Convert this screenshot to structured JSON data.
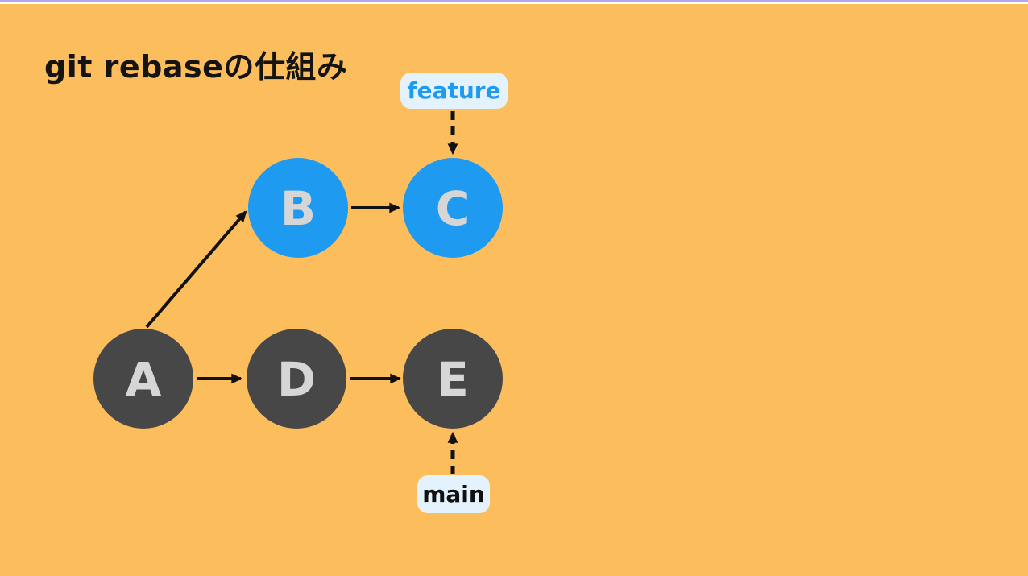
{
  "title": "git rebaseの仕組み",
  "colors": {
    "background": "#fcbd5c",
    "top_strip_purple": "#b7a5e9",
    "top_strip_white": "#ffffff",
    "title_text": "#141414",
    "commit_blue": "#1e9bf0",
    "commit_dark": "#474747",
    "node_letter": "#d6d6d6",
    "bubble_bg": "#e4f2fd",
    "feature_text": "#1e9bf0",
    "main_text": "#111111",
    "arrow": "#111111"
  },
  "branch_labels": {
    "feature": "feature",
    "main": "main"
  },
  "nodes": {
    "a": {
      "label": "A",
      "branch": "main"
    },
    "b": {
      "label": "B",
      "branch": "feature"
    },
    "c": {
      "label": "C",
      "branch": "feature"
    },
    "d": {
      "label": "D",
      "branch": "main"
    },
    "e": {
      "label": "E",
      "branch": "main"
    }
  },
  "edges": [
    {
      "from": "A",
      "to": "B"
    },
    {
      "from": "B",
      "to": "C"
    },
    {
      "from": "A",
      "to": "D"
    },
    {
      "from": "D",
      "to": "E"
    }
  ],
  "pointers": [
    {
      "label": "feature",
      "target": "C",
      "style": "dashed"
    },
    {
      "label": "main",
      "target": "E",
      "style": "dashed"
    }
  ]
}
